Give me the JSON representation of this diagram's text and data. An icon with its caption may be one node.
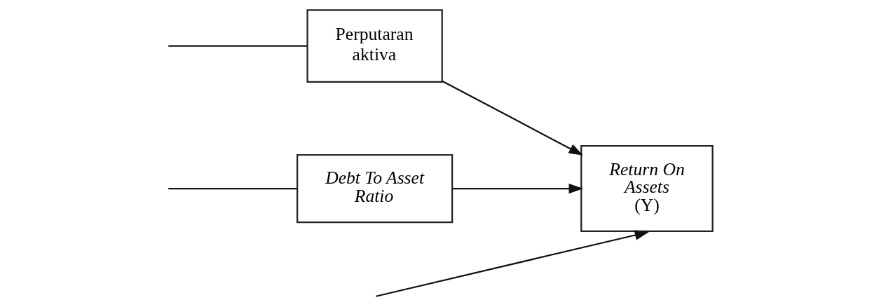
{
  "diagram": {
    "nodes": [
      {
        "text": [
          "Perputaran aktiva"
        ]
      },
      {
        "text": [
          "Debt To Asset Ratio"
        ]
      },
      {
        "text": [
          "Return On Assets",
          "(Y)"
        ]
      }
    ],
    "edges": [
      {
        "from": null,
        "to": 0,
        "arrow": "none"
      },
      {
        "from": null,
        "to": 1,
        "arrow": "none"
      },
      {
        "from": 0,
        "to": 2,
        "arrow": "to"
      },
      {
        "from": 1,
        "to": 2,
        "arrow": "to"
      },
      {
        "from": null,
        "to": 2,
        "arrow": "to"
      }
    ]
  }
}
